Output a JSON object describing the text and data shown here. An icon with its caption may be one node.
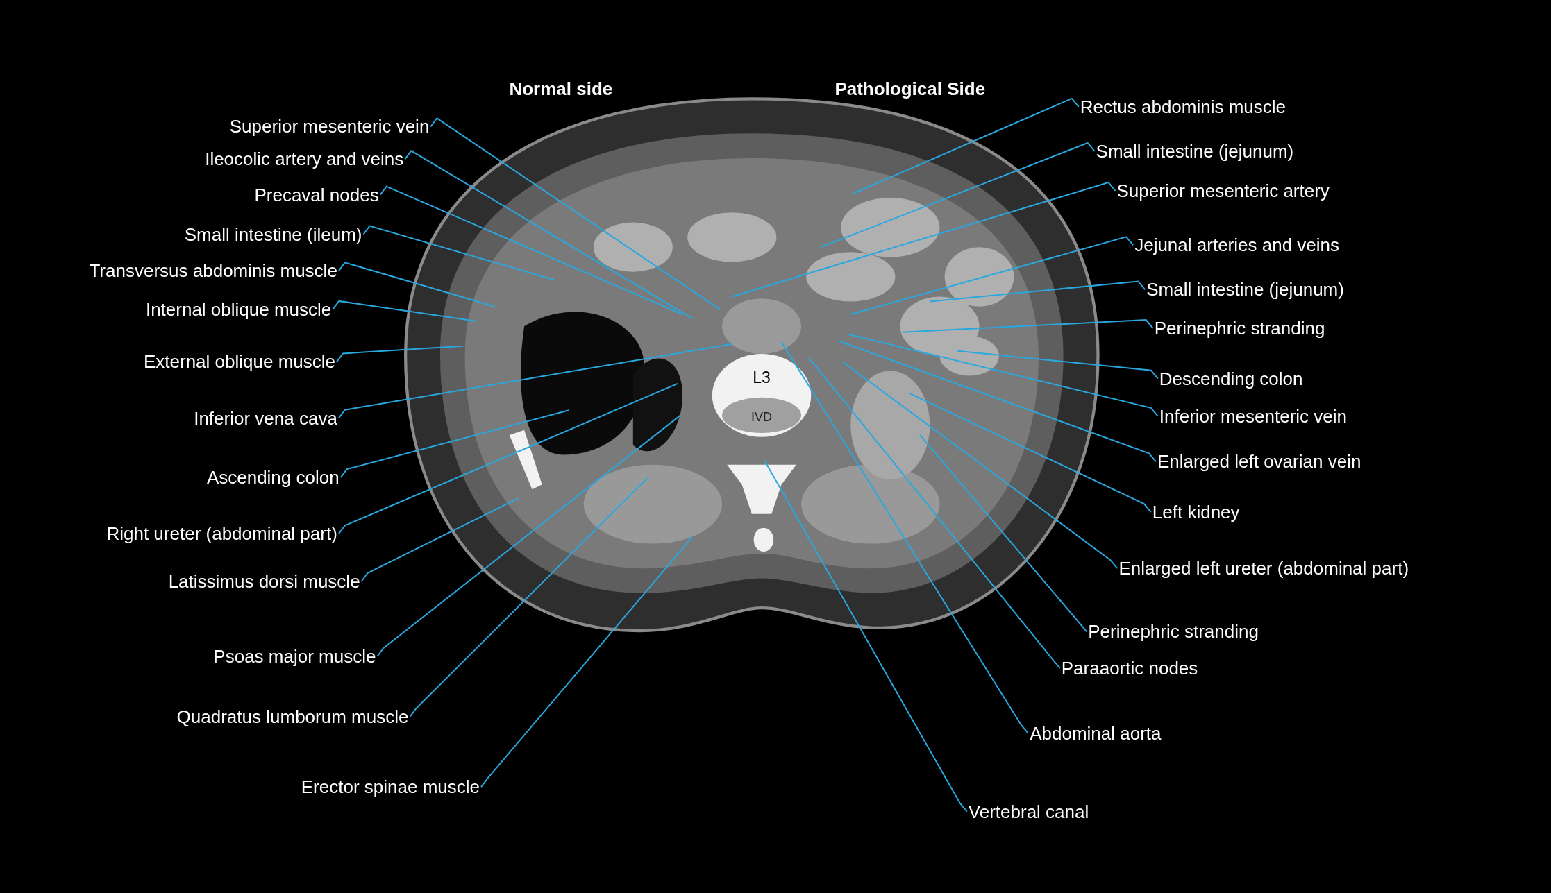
{
  "diagram": {
    "nodes": [
      {
        "text": [
          "Superior mesenteric vein"
        ]
      },
      {
        "text": [
          "Ileocolic artery and veins"
        ]
      },
      {
        "text": [
          "Precaval nodes"
        ]
      },
      {
        "text": [
          "Small intestine (ileum)"
        ]
      },
      {
        "text": [
          "Transversus abdominis muscle"
        ]
      },
      {
        "text": [
          "Internal oblique muscle"
        ]
      },
      {
        "text": [
          "External oblique muscle"
        ]
      },
      {
        "text": [
          "Inferior vena cava"
        ]
      },
      {
        "text": [
          "Ascending colon"
        ]
      },
      {
        "text": [
          "Right ureter (abdominal part)"
        ]
      },
      {
        "text": [
          "Latissimus dorsi muscle"
        ]
      },
      {
        "text": [
          "Psoas major muscle"
        ]
      },
      {
        "text": [
          "Quadratus lumborum muscle"
        ]
      },
      {
        "text": [
          "Erector spinae muscle"
        ]
      },
      {
        "text": [
          "Rectus abdominis muscle"
        ]
      },
      {
        "text": [
          "Small intestine (jejunum)"
        ]
      },
      {
        "text": [
          "Superior mesenteric artery"
        ]
      },
      {
        "text": [
          "Jejunal arteries and veins"
        ]
      },
      {
        "text": [
          "Small intestine (jejunum)"
        ]
      },
      {
        "text": [
          "Perinephric stranding"
        ]
      },
      {
        "text": [
          "Descending colon"
        ]
      },
      {
        "text": [
          "Inferior mesenteric vein"
        ]
      },
      {
        "text": [
          "Enlarged left ovarian vein"
        ]
      },
      {
        "text": [
          "Left kidney"
        ]
      },
      {
        "text": [
          "Enlarged left ureter (abdominal part)"
        ]
      },
      {
        "text": [
          "Perinephric stranding"
        ]
      },
      {
        "text": [
          "Paraaortic nodes"
        ]
      },
      {
        "text": [
          "Abdominal aorta"
        ]
      },
      {
        "text": [
          "Vertebral canal"
        ]
      }
    ],
    "edges": [
      {
        "from": 0,
        "to": null,
        "arrow": "none"
      },
      {
        "from": 1,
        "to": null,
        "arrow": "none"
      },
      {
        "from": 2,
        "to": null,
        "arrow": "none"
      },
      {
        "from": 3,
        "to": null,
        "arrow": "none"
      },
      {
        "from": 4,
        "to": null,
        "arrow": "none"
      },
      {
        "from": 5,
        "to": null,
        "arrow": "none"
      },
      {
        "from": 6,
        "to": null,
        "arrow": "none"
      },
      {
        "from": 7,
        "to": null,
        "arrow": "none"
      },
      {
        "from": 8,
        "to": null,
        "arrow": "none"
      },
      {
        "from": 9,
        "to": null,
        "arrow": "none"
      },
      {
        "from": 10,
        "to": null,
        "arrow": "none"
      },
      {
        "from": 11,
        "to": null,
        "arrow": "none"
      },
      {
        "from": 12,
        "to": null,
        "arrow": "none"
      },
      {
        "from": 13,
        "to": null,
        "arrow": "none"
      },
      {
        "from": 14,
        "to": null,
        "arrow": "none"
      },
      {
        "from": 15,
        "to": null,
        "arrow": "none"
      },
      {
        "from": 16,
        "to": null,
        "arrow": "none"
      },
      {
        "from": 17,
        "to": null,
        "arrow": "none"
      },
      {
        "from": 18,
        "to": null,
        "arrow": "none"
      },
      {
        "from": 19,
        "to": null,
        "arrow": "none"
      },
      {
        "from": 20,
        "to": null,
        "arrow": "none"
      },
      {
        "from": 21,
        "to": null,
        "arrow": "none"
      },
      {
        "from": 22,
        "to": null,
        "arrow": "none"
      },
      {
        "from": 23,
        "to": null,
        "arrow": "none"
      },
      {
        "from": 24,
        "to": null,
        "arrow": "none"
      },
      {
        "from": 25,
        "to": null,
        "arrow": "none"
      },
      {
        "from": 26,
        "to": null,
        "arrow": "none"
      },
      {
        "from": 27,
        "to": null,
        "arrow": "none"
      },
      {
        "from": 28,
        "to": null,
        "arrow": "none"
      }
    ],
    "labels": [
      "Normal side",
      "Pathological Side",
      "L3",
      "IVD"
    ]
  }
}
